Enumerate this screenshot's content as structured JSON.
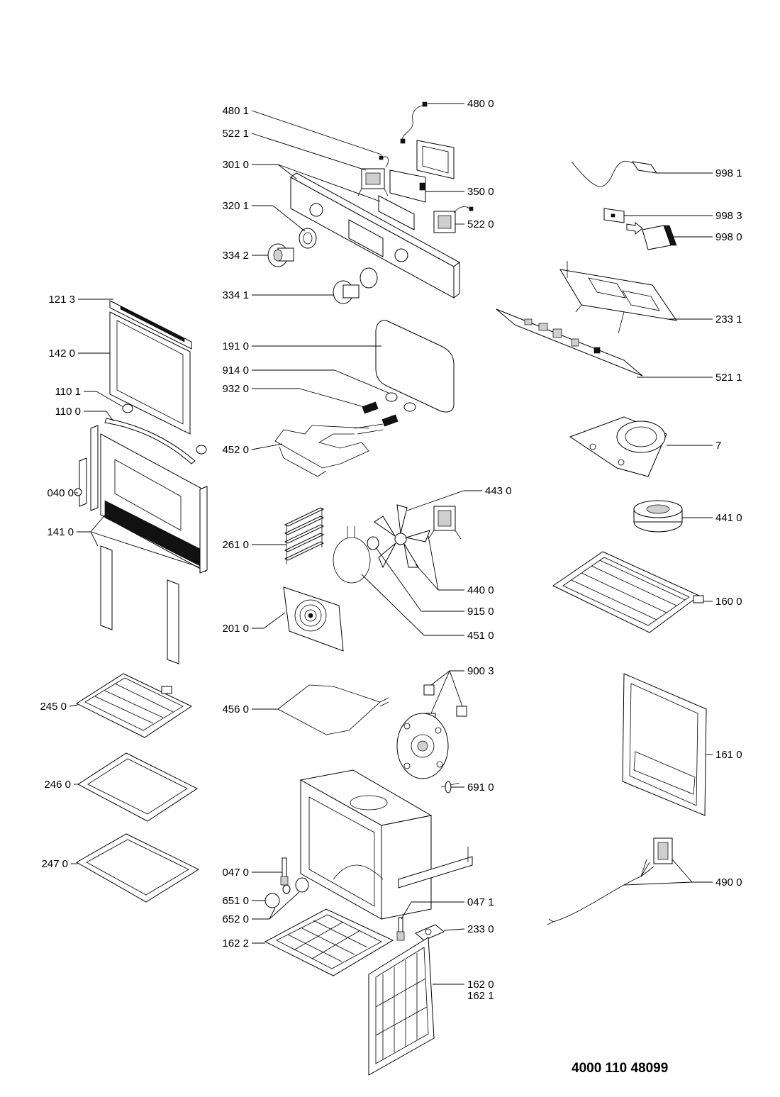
{
  "document_number": "4000 110 48099",
  "labels": {
    "p4801": "480 1",
    "p4800": "480 0",
    "p5221": "522 1",
    "p3010": "301 0",
    "p3500": "350 0",
    "p3201": "320 1",
    "p5220": "522 0",
    "p3342": "334 2",
    "p3341": "334 1",
    "p1213": "121 3",
    "p1420": "142 0",
    "p1910": "191 0",
    "p9140": "914 0",
    "p9320": "932 0",
    "p1101": "110 1",
    "p1100": "110 0",
    "p4520": "452 0",
    "p0400": "040 0",
    "p1410": "141 0",
    "p2610": "261 0",
    "p4430": "443 0",
    "p4400": "440 0",
    "p9150": "915 0",
    "p2010": "201 0",
    "p4510": "451 0",
    "p9981": "998 1",
    "p9983": "998 3",
    "p9980": "998 0",
    "p2331": "233 1",
    "p5211": "521 1",
    "p7": "7",
    "p4410": "441 0",
    "p1600": "160 0",
    "p2450": "245 0",
    "p4560": "456 0",
    "p9003": "900 3",
    "p1610": "161 0",
    "p2460": "246 0",
    "p6910": "691 0",
    "p2470": "247 0",
    "p0470": "047 0",
    "p6510": "651 0",
    "p4900": "490 0",
    "p6520": "652 0",
    "p0471": "047 1",
    "p2330": "233 0",
    "p1622": "162 2",
    "p1620": "162 0",
    "p1621": "162 1"
  }
}
